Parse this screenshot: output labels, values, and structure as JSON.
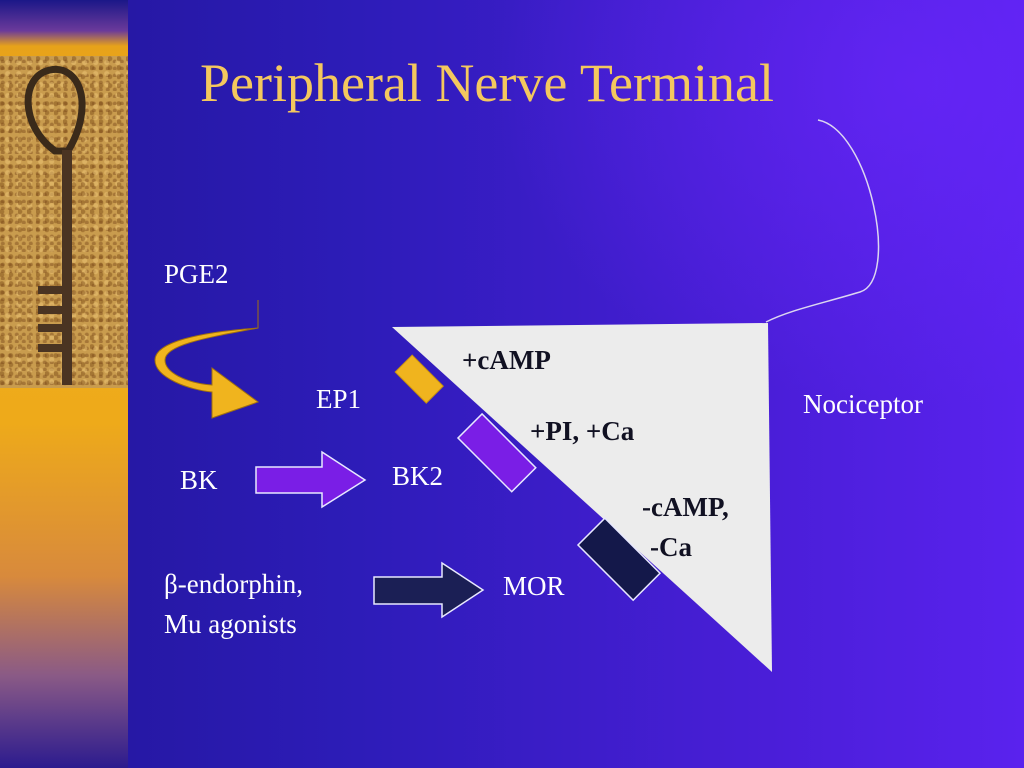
{
  "title": "Peripheral Nerve Terminal",
  "labels": {
    "pge2": "PGE2",
    "ep1": "EP1",
    "bk": "BK",
    "bk2": "BK2",
    "beta_endorphin": "β-endorphin,",
    "mu_agonists": "Mu agonists",
    "mor": "MOR",
    "nociceptor": "Nociceptor",
    "camp_up": "+cAMP",
    "pi_ca": "+PI, +Ca",
    "camp_down": "-cAMP,",
    "ca_down": "-Ca"
  },
  "colors": {
    "title": "#f4c85e",
    "label": "#ffffff",
    "terminal": "#ececec",
    "ep1_receptor": "#f0b41e",
    "bk2_receptor": "#7a1ee6",
    "mor_receptor": "#14184a",
    "pge2_arrow": "#f0b41e",
    "bk_arrow": "#7a1ee6",
    "mor_arrow": "#1b1f55"
  }
}
